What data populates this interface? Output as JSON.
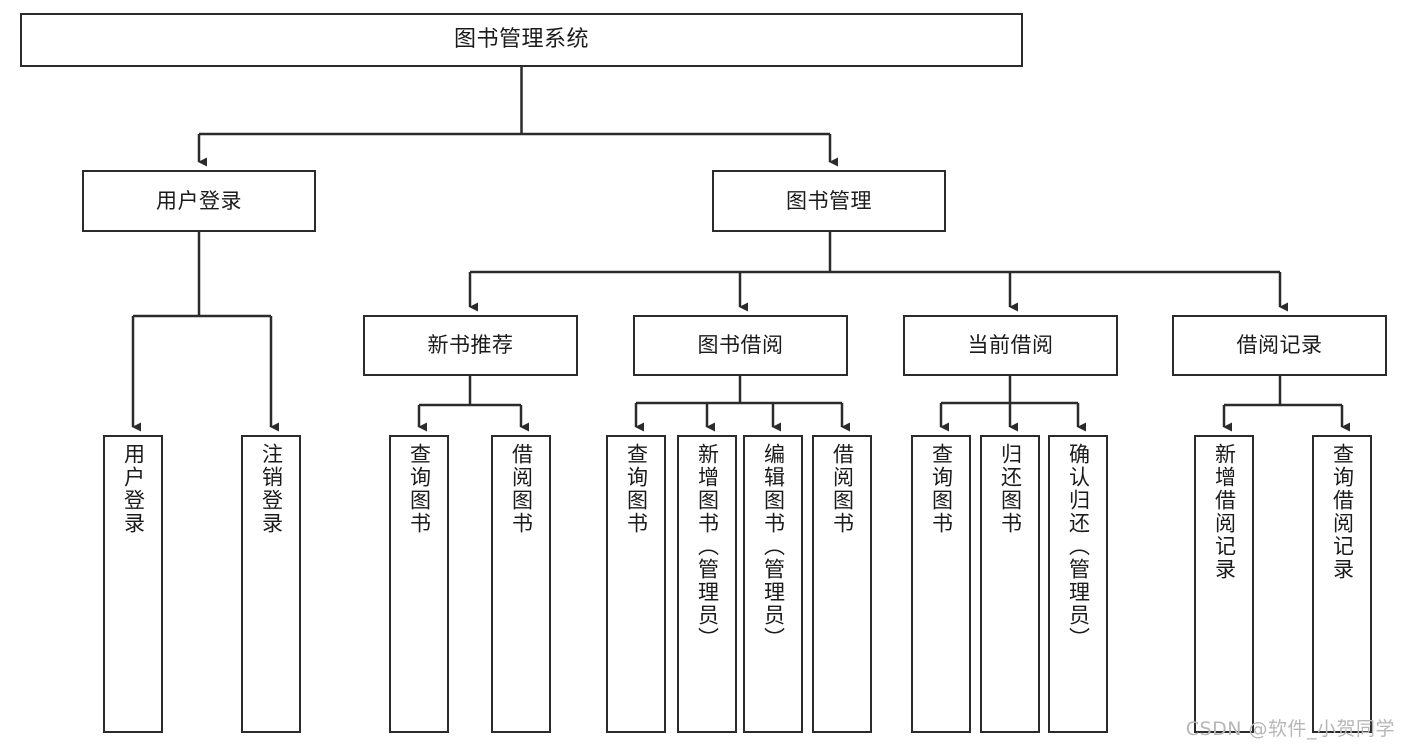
{
  "diagram": {
    "type": "tree-hierarchy-chart",
    "title": "图书管理系统",
    "watermark": "CSDN @软件_小贺同学",
    "colors": {
      "box_border": "#2b2b2b",
      "box_fill": "#ffffff",
      "connector": "#2b2b2b",
      "text": "#1b1b1b",
      "watermark": "#b7b7b7",
      "background": "#ffffff"
    },
    "root": {
      "label": "图书管理系统"
    },
    "level2": [
      {
        "label": "用户登录"
      },
      {
        "label": "图书管理"
      }
    ],
    "level3": [
      {
        "label": "新书推荐"
      },
      {
        "label": "图书借阅"
      },
      {
        "label": "当前借阅"
      },
      {
        "label": "借阅记录"
      }
    ],
    "leaves": {
      "user_login": [
        {
          "label": "用户登录"
        },
        {
          "label": "注销登录"
        }
      ],
      "new_book_recommend": [
        {
          "label": "查询图书"
        },
        {
          "label": "借阅图书"
        }
      ],
      "book_borrow": [
        {
          "label": "查询图书"
        },
        {
          "label": "新增图书（管理员）"
        },
        {
          "label": "编辑图书（管理员）"
        },
        {
          "label": "借阅图书"
        }
      ],
      "current_borrow": [
        {
          "label": "查询图书"
        },
        {
          "label": "归还图书"
        },
        {
          "label": "确认归还（管理员）"
        }
      ],
      "borrow_record": [
        {
          "label": "新增借阅记录"
        },
        {
          "label": "查询借阅记录"
        }
      ]
    }
  }
}
